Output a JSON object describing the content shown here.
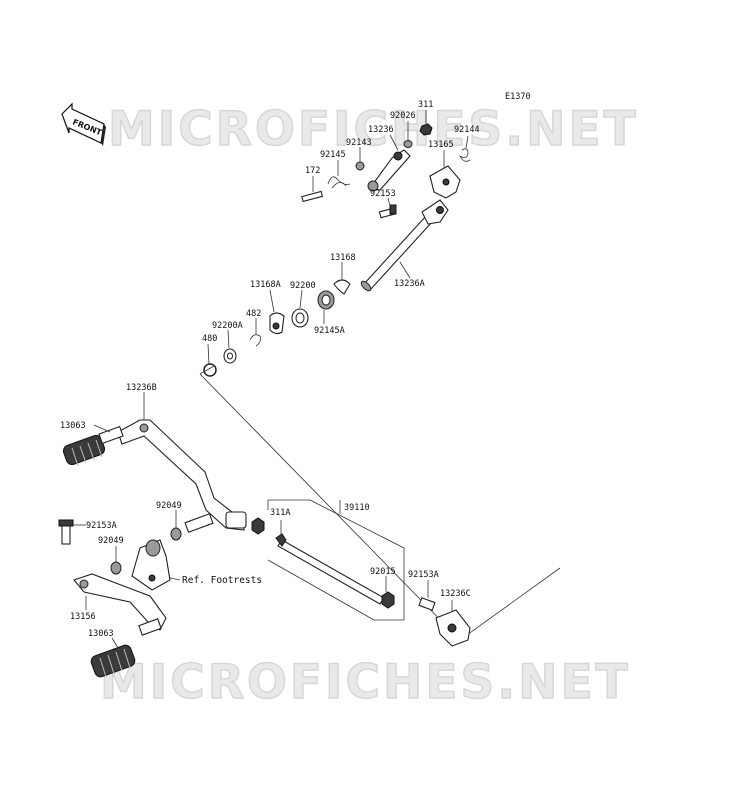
{
  "diagram": {
    "code": "E1370",
    "front_label": "FRONT",
    "watermark": "MICROFICHES.NET",
    "ref_note": "Ref. Footrests",
    "labels": {
      "p311": "311",
      "p92026": "92026",
      "p92144": "92144",
      "p13236": "13236",
      "p13165": "13165",
      "p92143": "92143",
      "p92145": "92145",
      "p172": "172",
      "p92153": "92153",
      "p13168": "13168",
      "p13236A": "13236A",
      "p13168A": "13168A",
      "p92200": "92200",
      "p482": "482",
      "p92200A": "92200A",
      "p92145A": "92145A",
      "p480": "480",
      "p13236B": "13236B",
      "p13063a": "13063",
      "p92049a": "92049",
      "p39110": "39110",
      "p311A": "311A",
      "p92153Aa": "92153A",
      "p92049b": "92049",
      "p92015": "92015",
      "p92153Ab": "92153A",
      "p13236C": "13236C",
      "p13156": "13156",
      "p13063b": "13063"
    }
  }
}
